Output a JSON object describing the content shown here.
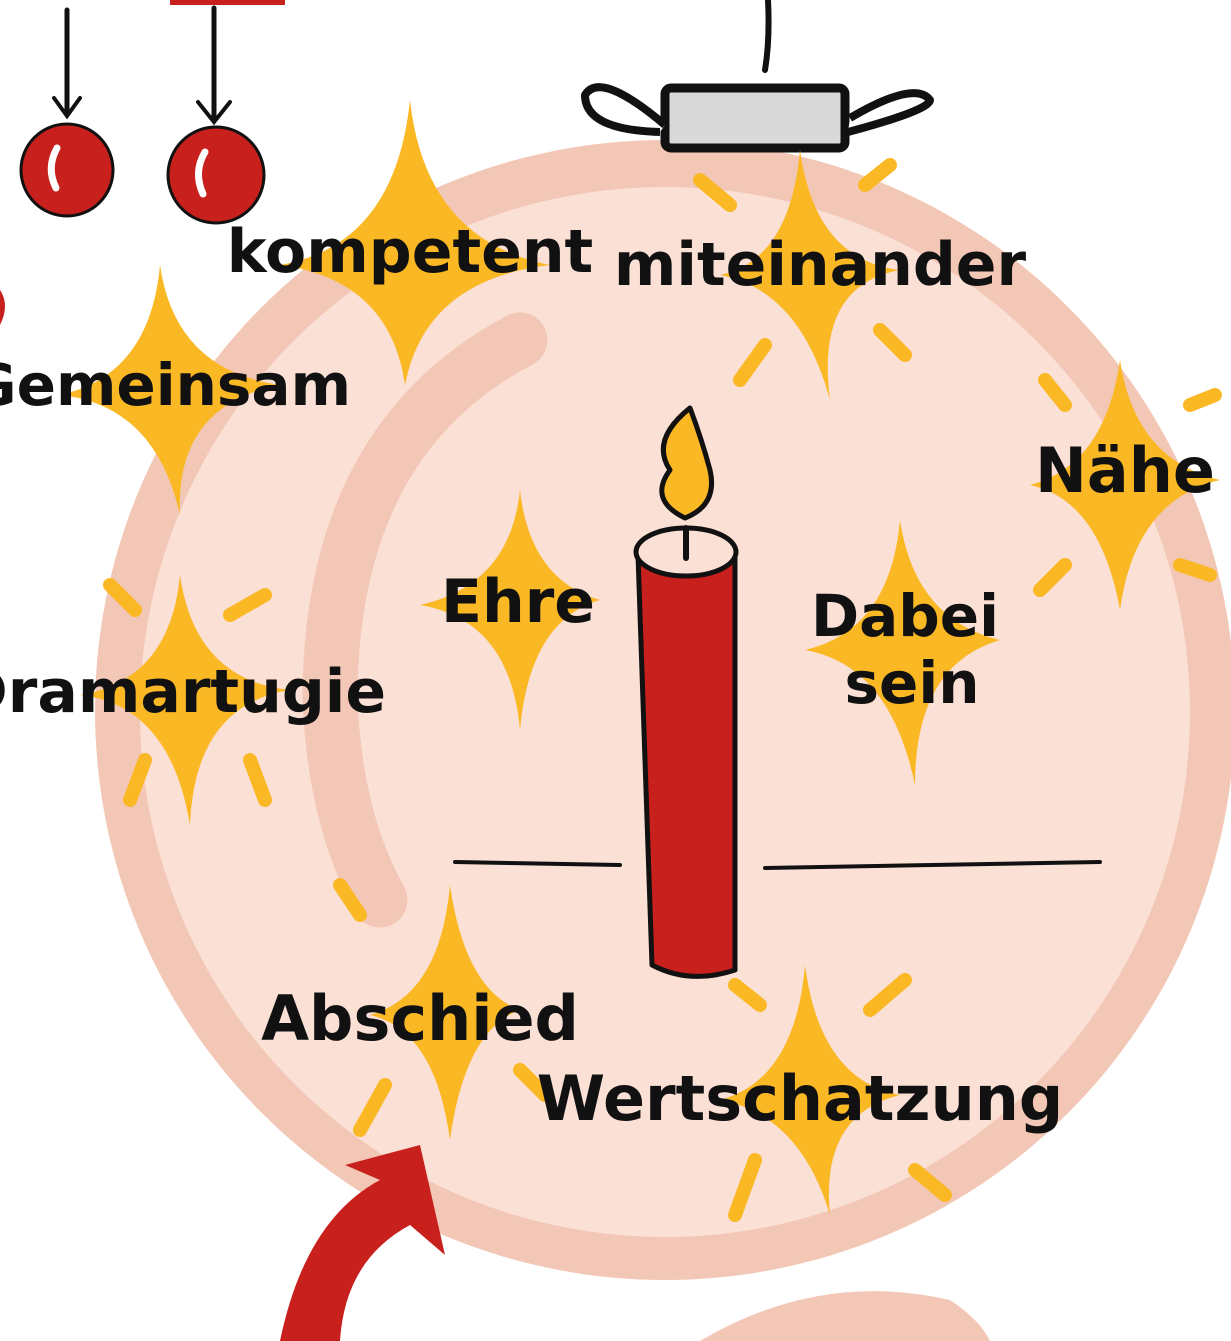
{
  "colors": {
    "background": "#ffffff",
    "bauble_fill": "#fbe0d6",
    "bauble_rim": "#f3c7b5",
    "sparkle": "#fbb825",
    "candle": "#c8201c",
    "ink": "#111111",
    "cap": "#d9d9d9"
  },
  "icons": [
    "ornament-ball-icon",
    "candle-icon",
    "flame-icon",
    "sparkle-icon",
    "arrow-icon",
    "ornament-cap-icon"
  ],
  "words": {
    "kompetent": "kompetent",
    "miteinander": "miteinander",
    "gemeinsam": "Gemeinsam",
    "naehe": "Nähe",
    "ehre": "Ehre",
    "dabei": "Dabei",
    "sein": "sein",
    "dramaturgie": "Dramartugie",
    "abschied": "Abschied",
    "wertschaetzung": "Wertschatzung"
  }
}
